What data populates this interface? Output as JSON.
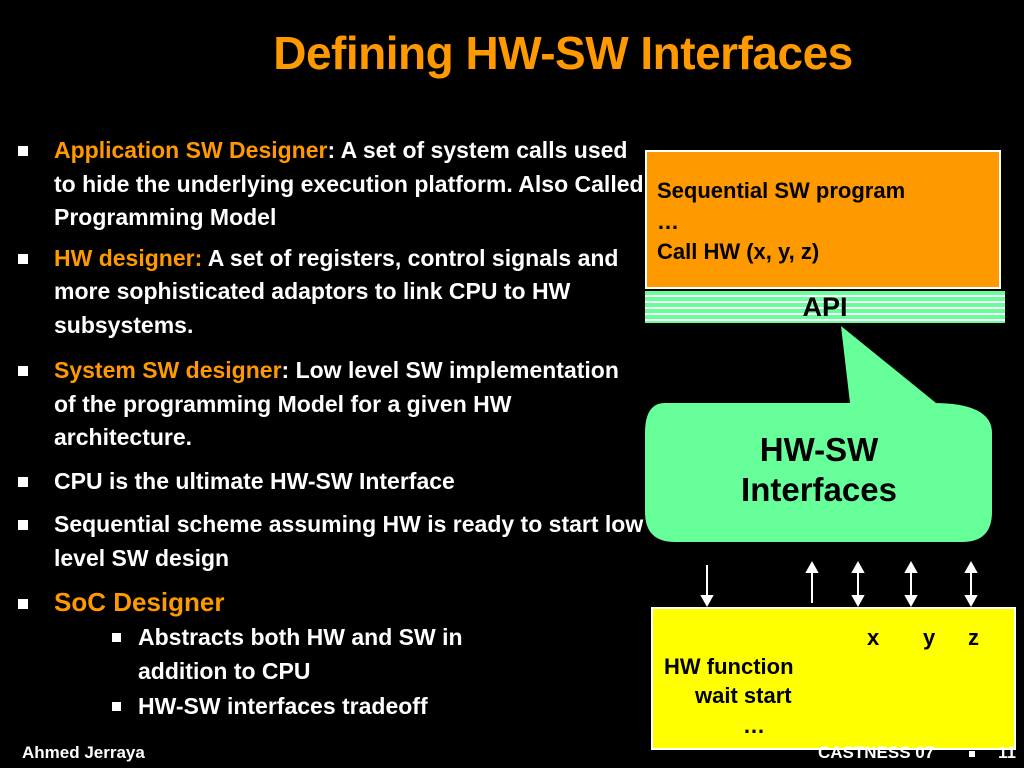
{
  "slide": {
    "title": "Defining HW-SW Interfaces",
    "bullets": [
      {
        "highlight": "Application SW Designer",
        "text": ": A set of system calls used to hide the underlying execution platform. Also Called Programming Model"
      },
      {
        "highlight": "HW designer:",
        "text": " A set of registers, control signals and more sophisticated adaptors to link CPU to HW subsystems."
      },
      {
        "highlight": "System SW designer",
        "text": ": Low level SW implementation of the programming Model for a given HW architecture."
      },
      {
        "text": "CPU is the ultimate HW-SW Interface"
      },
      {
        "text": "Sequential scheme assuming HW is ready to start low level SW design"
      },
      {
        "highlight": "SoC Designer"
      }
    ],
    "sub_bullets": [
      {
        "text": "Abstracts both HW and SW in addition to CPU"
      },
      {
        "text": "HW-SW interfaces tradeoff"
      }
    ]
  },
  "diagram": {
    "sw_box": {
      "line1": "Sequential SW program",
      "line2": "…",
      "line3": "Call HW (x, y, z)"
    },
    "api_label": "API",
    "callout": {
      "line1": "HW-SW",
      "line2": "Interfaces"
    },
    "hw_box": {
      "x": "x",
      "y": "y",
      "z": "z",
      "line1": "HW function",
      "line2": "wait start",
      "line3": "…"
    }
  },
  "footer": {
    "author": "Ahmed Jerraya",
    "event": "CASTNESS 07",
    "page": "11"
  },
  "colors": {
    "background": "#000000",
    "accent": "#ff9900",
    "sw_box": "#ff9900",
    "callout": "#66ff99",
    "hw_box": "#ffff00",
    "text": "#ffffff"
  }
}
